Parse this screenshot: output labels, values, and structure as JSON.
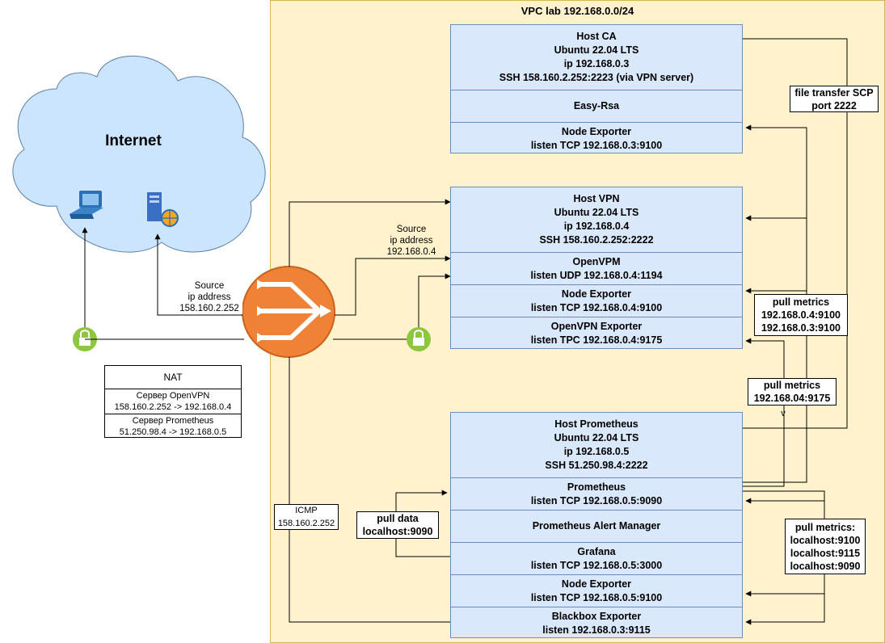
{
  "vpc": {
    "title": "VPC lab 192.168.0.0/24",
    "fill": "#fff2cc",
    "border": "#d6b656"
  },
  "internet": {
    "title": "Internet",
    "fill": "#cce5ff",
    "icons": [
      "laptop-icon",
      "server-globe-icon"
    ]
  },
  "router_icon": "router-icon",
  "lock_icons": [
    "lock-icon",
    "lock-icon"
  ],
  "host_ca": {
    "header": [
      "Host CA",
      "Ubuntu 22.04 LTS",
      "ip 192.168.0.3",
      "SSH 158.160.2.252:2223 (via VPN server)"
    ],
    "easyrsa": "Easy-Rsa",
    "node_exporter": [
      "Node Exporter",
      "listen TCP 192.168.0.3:9100"
    ]
  },
  "host_vpn": {
    "header": [
      "Host VPN",
      "Ubuntu 22.04 LTS",
      "ip 192.168.0.4",
      "SSH 158.160.2.252:2222"
    ],
    "openvpn": [
      "OpenVPM",
      "listen UDP 192.168.0.4:1194"
    ],
    "node_exporter": [
      "Node Exporter",
      "listen TCP 192.168.0.4:9100"
    ],
    "openvpn_exporter": [
      "OpenVPN Exporter",
      "listen TPC 192.168.0.4:9175"
    ]
  },
  "host_prom": {
    "header": [
      "Host Prometheus",
      "Ubuntu 22.04 LTS",
      "ip 192.168.0.5",
      "SSH 51.250.98.4:2222"
    ],
    "prometheus": [
      "Prometheus",
      "listen TCP 192.168.0.5:9090"
    ],
    "alertmanager": "Prometheus Alert Manager",
    "grafana": [
      "Grafana",
      "listen TCP 192.168.0.5:3000"
    ],
    "node_exporter": [
      "Node Exporter",
      "listen TCP 192.168.0.5:9100"
    ],
    "blackbox": [
      "Blackbox Exporter",
      "listen 192.168.0.3:9115"
    ]
  },
  "notes": {
    "scp": [
      "file transfer SCP",
      "port  2222"
    ],
    "pull1": [
      "pull metrics",
      "192.168.0.4:9100",
      "192.168.0.3:9100"
    ],
    "pull2": [
      "pull metrics",
      "192.168.04:9175"
    ],
    "pull2_suffix": "v",
    "pull3": [
      "pull metrics:",
      "localhost:9100",
      "localhost:9115",
      "localhost:9090"
    ],
    "pulldata": [
      "pull data",
      "localhost:9090"
    ],
    "icmp": [
      "ICMP",
      "158.160.2.252"
    ]
  },
  "labels": {
    "src_left": [
      "Source",
      "ip address",
      "158.160.2.252"
    ],
    "src_right": [
      "Source",
      "ip address",
      "192.168.0.4"
    ]
  },
  "nat": {
    "title": "NAT",
    "rows": [
      [
        "Сервер OpenVPN",
        "158.160.2.252 -> 192.168.0.4"
      ],
      [
        "Сервер Prometheus",
        "51.250.98.4 -> 192.168.0.5"
      ]
    ]
  },
  "colors": {
    "host_fill": "#dae8fc",
    "host_border": "#6c8ebf",
    "router": "#f08237",
    "lock": "#8dc63f"
  }
}
